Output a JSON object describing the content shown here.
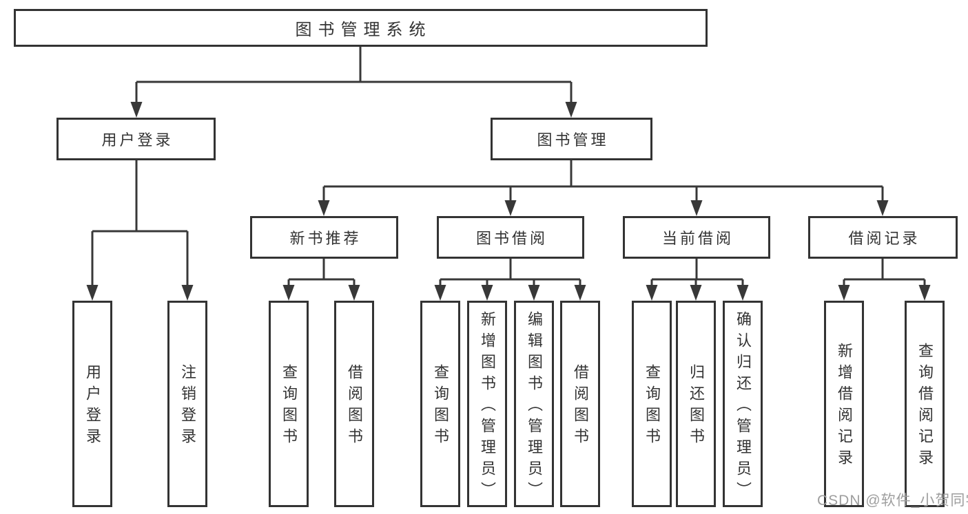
{
  "root": {
    "label": "图书管理系统"
  },
  "tree": {
    "user_login": {
      "label": "用户登录",
      "children": [
        {
          "label": "用户登录"
        },
        {
          "label": "注销登录"
        }
      ]
    },
    "book_management": {
      "label": "图书管理",
      "children": [
        {
          "label": "新书推荐",
          "children": [
            {
              "label": "查询图书"
            },
            {
              "label": "借阅图书"
            }
          ]
        },
        {
          "label": "图书借阅",
          "children": [
            {
              "label": "查询图书"
            },
            {
              "label": "新增图书（管理员）"
            },
            {
              "label": "编辑图书（管理员）"
            },
            {
              "label": "借阅图书"
            }
          ]
        },
        {
          "label": "当前借阅",
          "children": [
            {
              "label": "查询图书"
            },
            {
              "label": "归还图书"
            },
            {
              "label": "确认归还（管理员）"
            }
          ]
        },
        {
          "label": "借阅记录",
          "children": [
            {
              "label": "新增借阅记录"
            },
            {
              "label": "查询借阅记录"
            }
          ]
        }
      ]
    }
  },
  "watermark": {
    "text": "CSDN @软件_小贺同学"
  },
  "colors": {
    "line": "#383838",
    "border": "#333333",
    "text": "#333333",
    "watermark": "#9e9e9e",
    "background": "#ffffff"
  }
}
